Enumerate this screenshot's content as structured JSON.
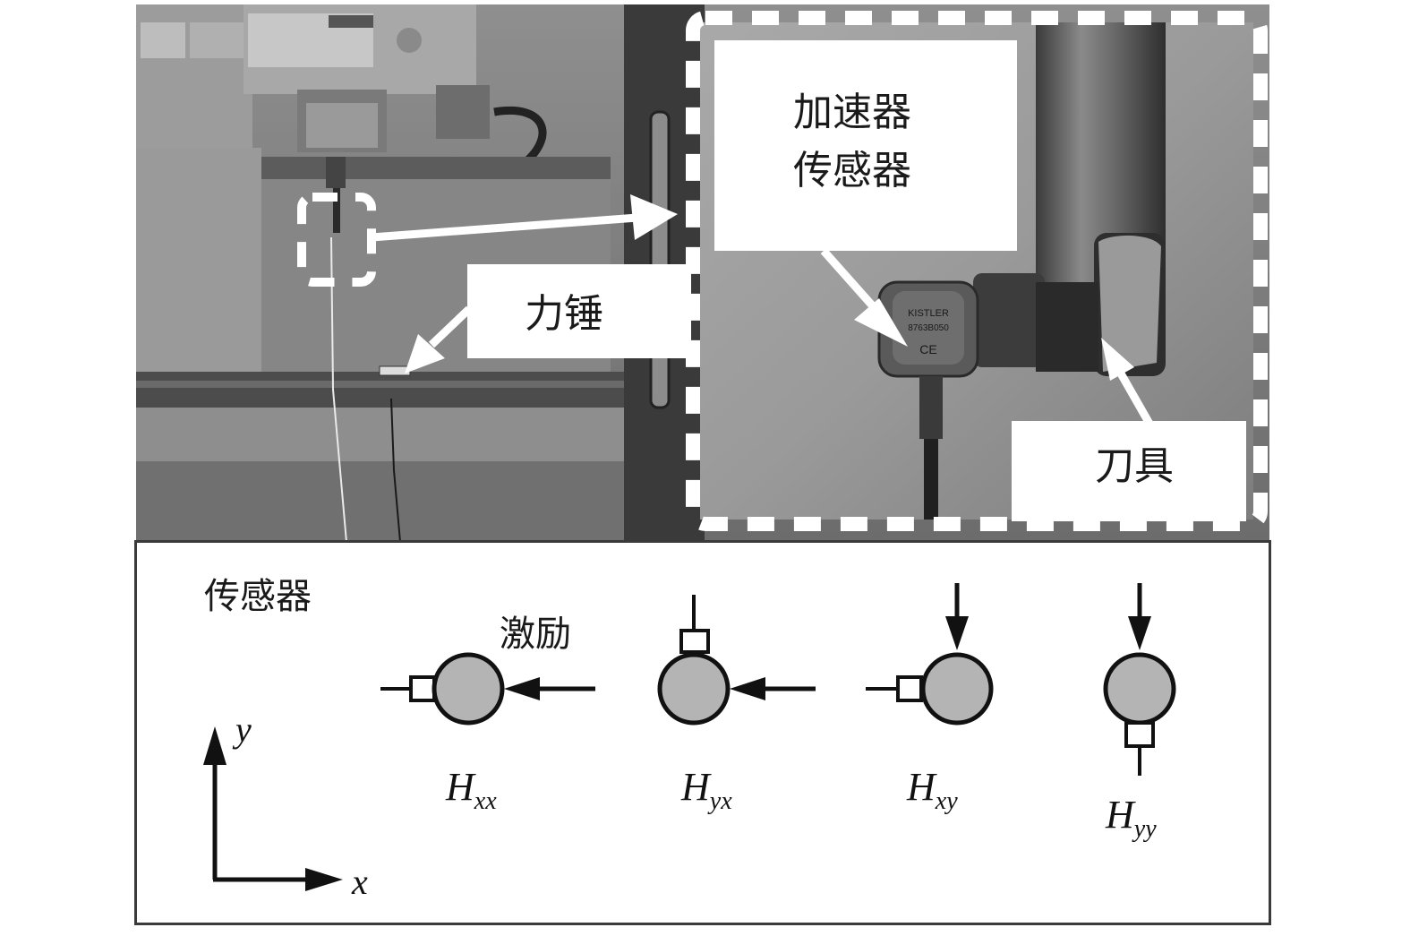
{
  "photo": {
    "callouts": {
      "accelerometer_line1": "加速器",
      "accelerometer_line2": "传感器",
      "hammer": "力锤",
      "tool": "刀具"
    },
    "sensor_marking": [
      "KISTLER",
      "8763B050",
      "CE"
    ]
  },
  "diagram": {
    "sensor_label": "传感器",
    "excitation_label": "激励",
    "axes": {
      "x": "x",
      "y": "y"
    },
    "frf_labels": [
      {
        "main": "H",
        "sub": "xx"
      },
      {
        "main": "H",
        "sub": "yx"
      },
      {
        "main": "H",
        "sub": "xy"
      },
      {
        "main": "H",
        "sub": "yy"
      }
    ]
  }
}
